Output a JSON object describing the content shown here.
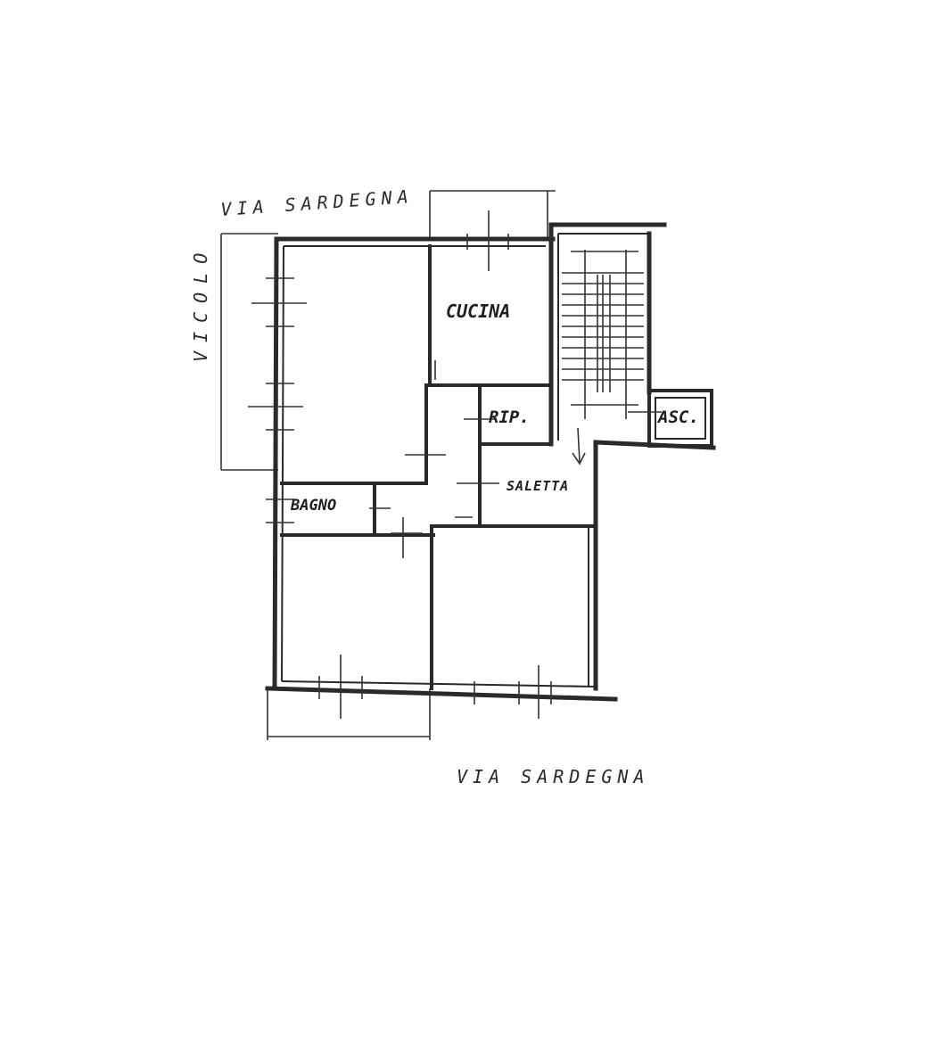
{
  "streets": {
    "top": "VIA SARDEGNA",
    "left": "VICOLO",
    "bottom": "VIA SARDEGNA"
  },
  "rooms": {
    "kitchen": "CUCINA",
    "storage": "RIP.",
    "elevator": "ASC.",
    "sitting_room": "SALETTA",
    "bathroom": "BAGNO"
  }
}
